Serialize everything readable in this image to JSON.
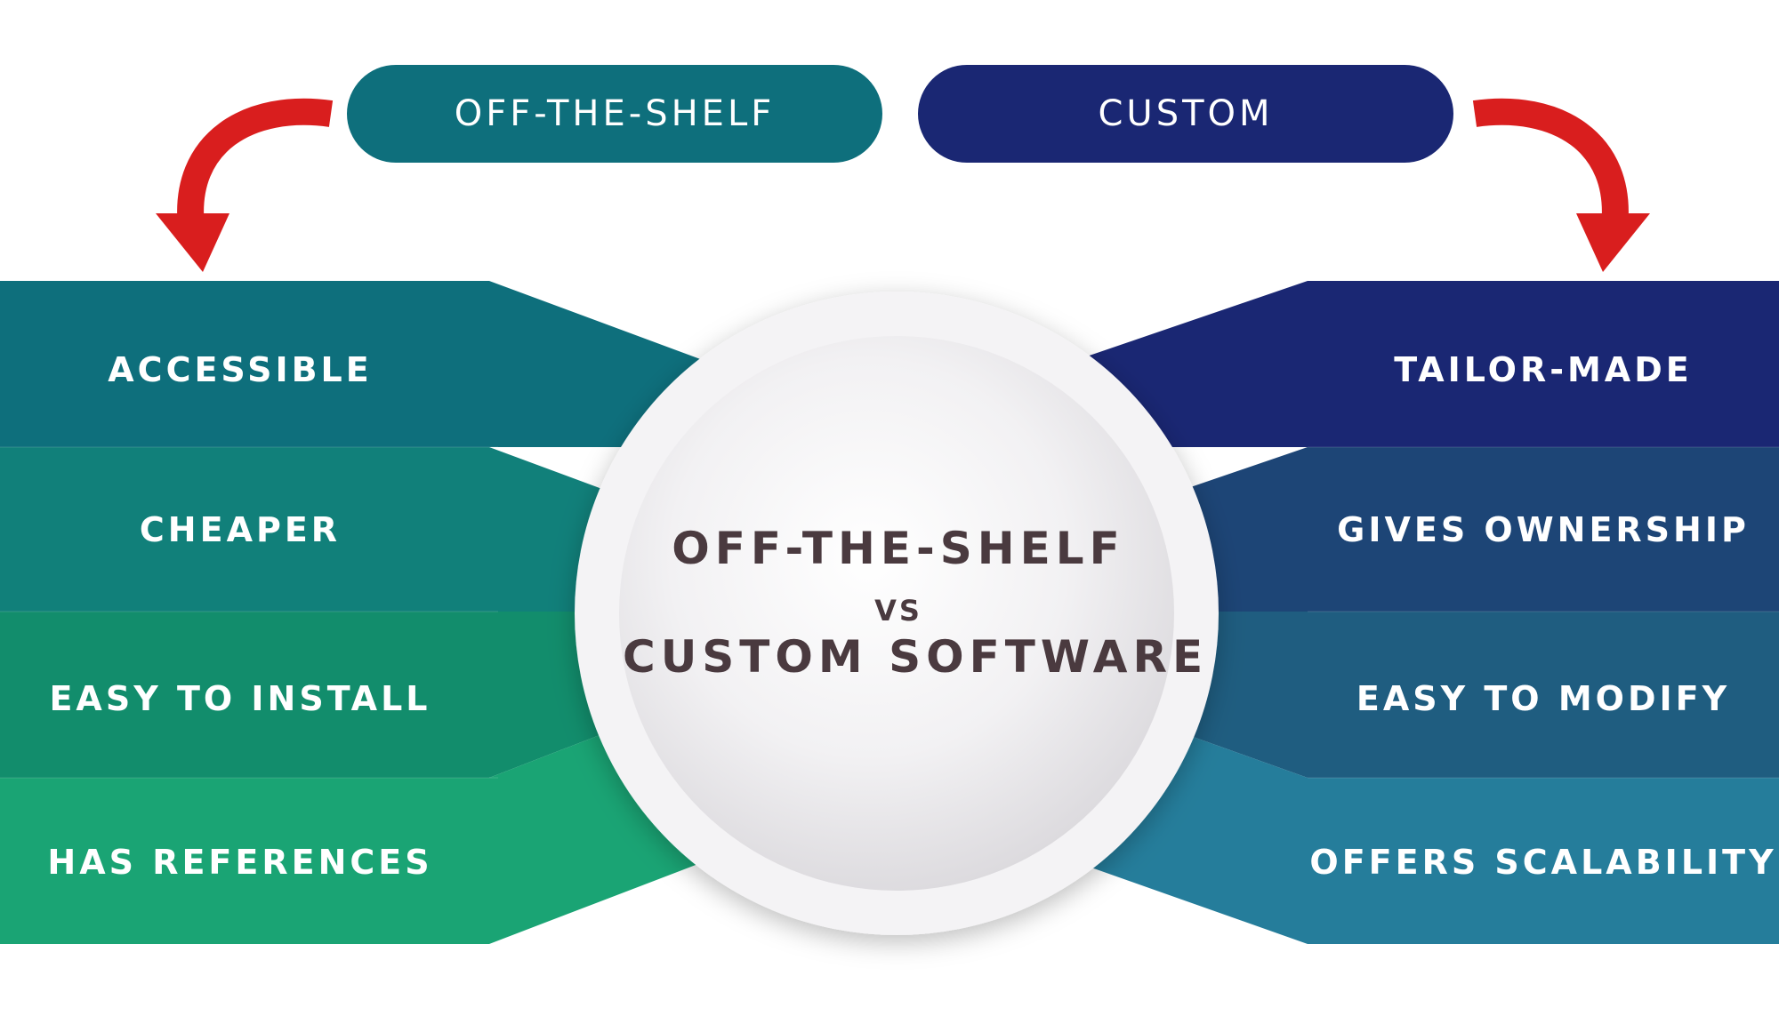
{
  "pills": {
    "left": "OFF-THE-SHELF",
    "right": "CUSTOM"
  },
  "left_items": [
    {
      "label": "ACCESSIBLE",
      "color": "#0e6f7c"
    },
    {
      "label": "CHEAPER",
      "color": "#11807a"
    },
    {
      "label": "EASY TO INSTALL",
      "color": "#128d6c"
    },
    {
      "label": "HAS REFERENCES",
      "color": "#1aa474"
    }
  ],
  "right_items": [
    {
      "label": "TAILOR-MADE",
      "color": "#1a2773"
    },
    {
      "label": "GIVES OWNERSHIP",
      "color": "#1d4576"
    },
    {
      "label": "EASY TO MODIFY",
      "color": "#1f5d80"
    },
    {
      "label": "OFFERS SCALABILITY",
      "color": "#257d9b"
    }
  ],
  "center": {
    "line1": "OFF-THE-SHELF",
    "vs": "VS",
    "line2": "CUSTOM SOFTWARE"
  },
  "colors": {
    "arrow": "#d91e1e",
    "circle_text": "#4a3a3f"
  }
}
